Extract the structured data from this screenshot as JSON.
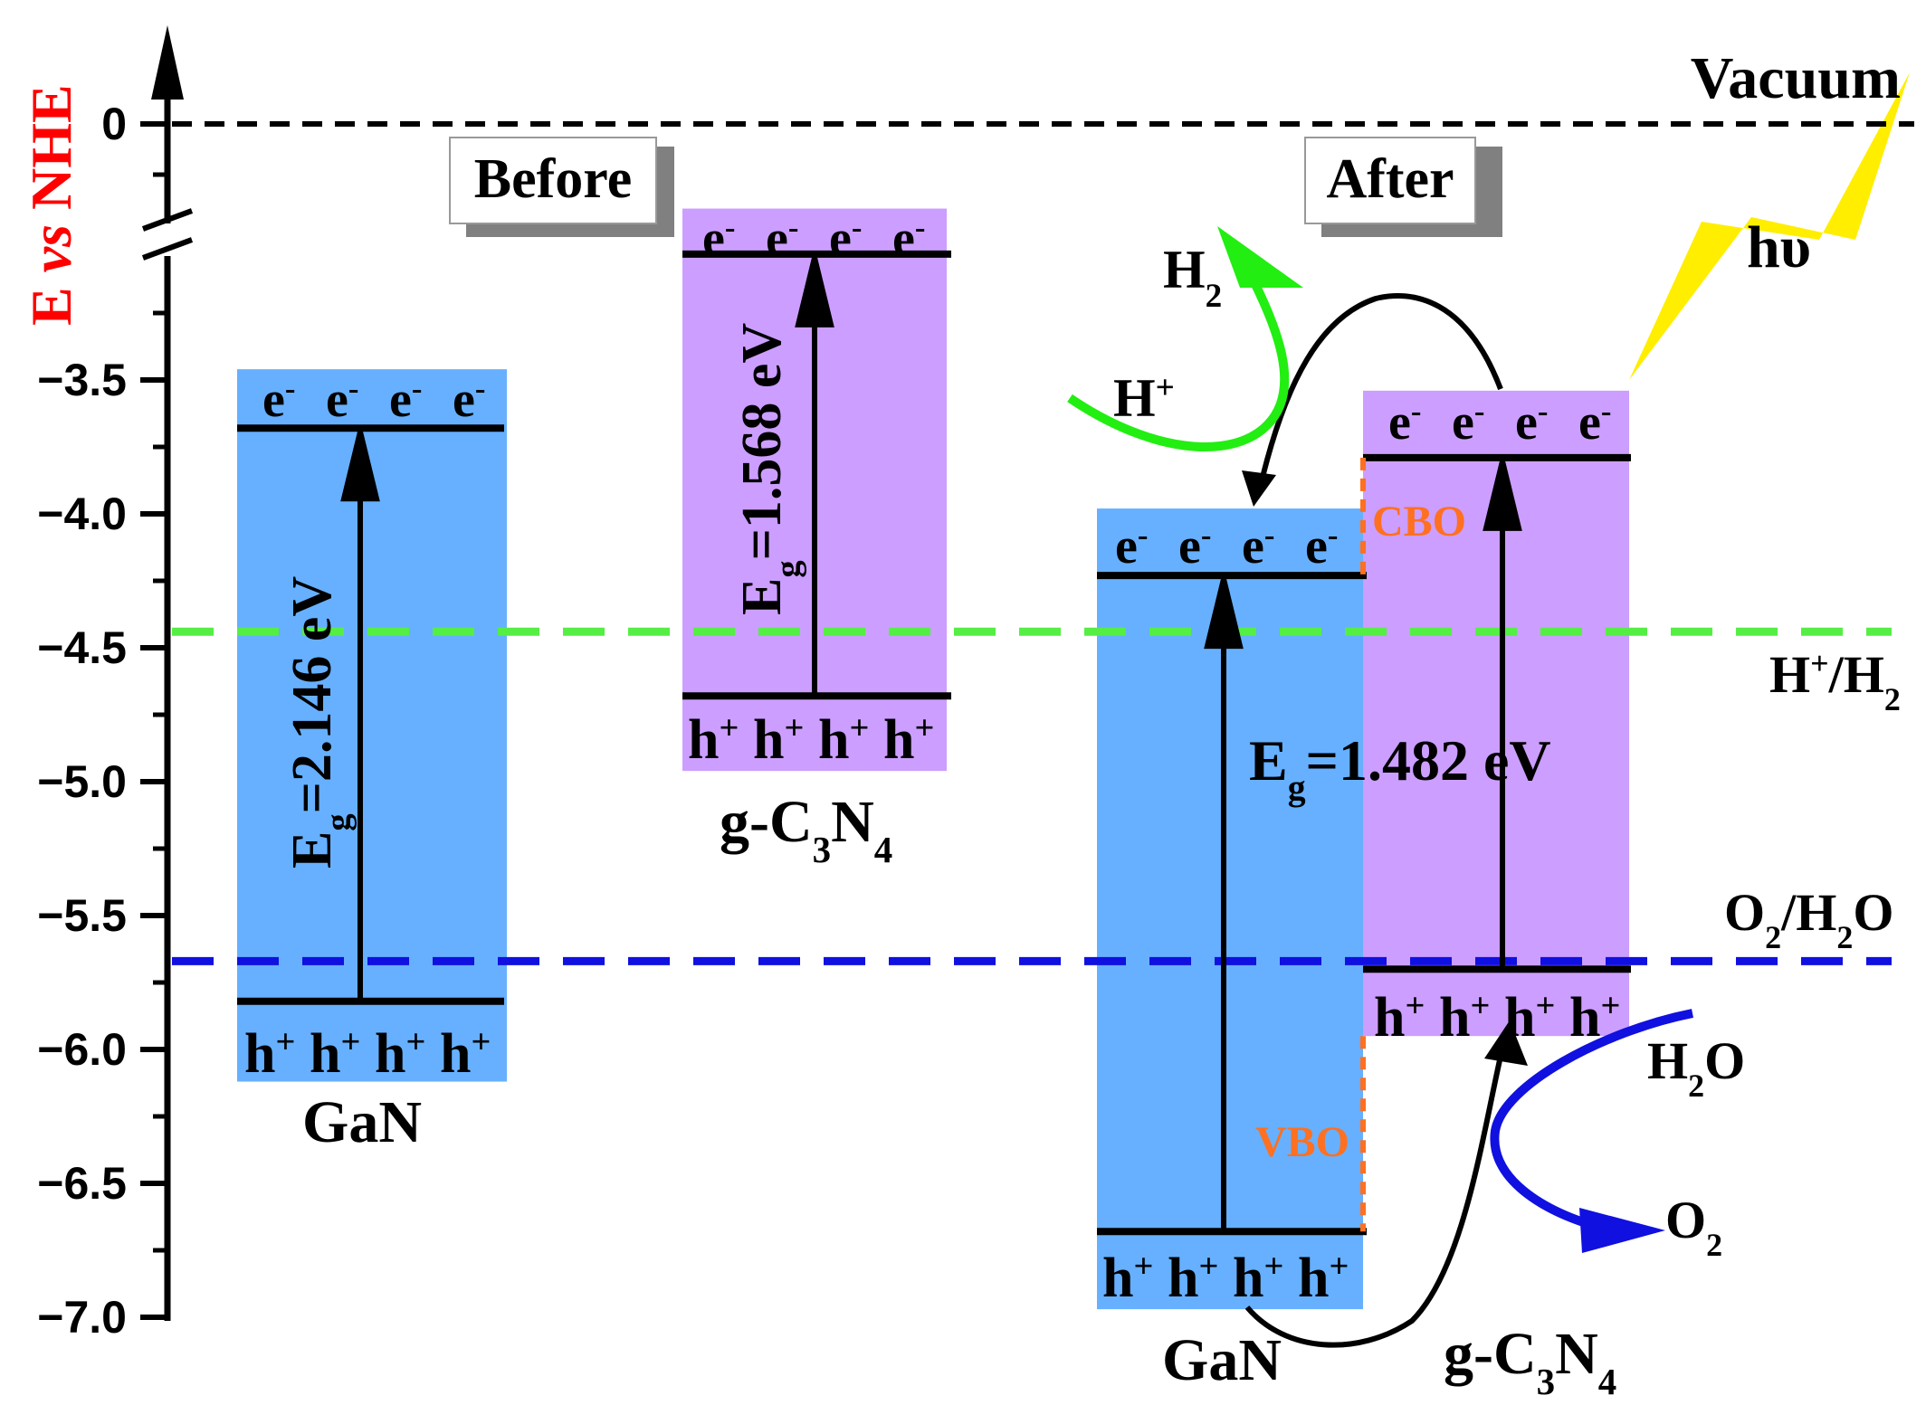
{
  "axis": {
    "label_parts": [
      "E ",
      "vs",
      " NHE"
    ],
    "label_color": "#ff0000",
    "ticks": [
      {
        "value": 0,
        "label": "0"
      },
      {
        "value": -3.5,
        "label": "−3.5"
      },
      {
        "value": -4.0,
        "label": "−4.0"
      },
      {
        "value": -4.5,
        "label": "−4.5"
      },
      {
        "value": -5.0,
        "label": "−5.0"
      },
      {
        "value": -5.5,
        "label": "−5.5"
      },
      {
        "value": -6.0,
        "label": "−6.0"
      },
      {
        "value": -6.5,
        "label": "−6.5"
      },
      {
        "value": -7.0,
        "label": "−7.0"
      }
    ],
    "has_break": true
  },
  "reference_levels": [
    {
      "name": "Vacuum",
      "label": "Vacuum",
      "value": 0,
      "color": "#000000"
    },
    {
      "name": "H+/H2",
      "label_parts": [
        "H",
        "+",
        "/H",
        "2"
      ],
      "value": -4.44,
      "color": "#55ee44"
    },
    {
      "name": "O2/H2O",
      "label_parts": [
        "O",
        "2",
        "/H",
        "2",
        "O"
      ],
      "value": -5.67,
      "color": "#1010e0"
    }
  ],
  "panels": {
    "before": "Before",
    "after": "After"
  },
  "before": {
    "gan": {
      "name": "GaN",
      "cb": -3.68,
      "vb": -5.82,
      "eg_label": [
        "E",
        "g",
        "=2.146 eV"
      ],
      "color": "#66b0ff"
    },
    "gcn": {
      "name_parts": [
        "g-C",
        "3",
        "N",
        "4"
      ],
      "cb": -3.03,
      "vb": -4.68,
      "eg_label": [
        "E",
        "g",
        "=1.568 eV"
      ],
      "color": "#cc9eff"
    }
  },
  "after": {
    "gan": {
      "name": "GaN",
      "cb": -4.23,
      "vb": -6.68,
      "color": "#66b0ff"
    },
    "gcn": {
      "name_parts": [
        "g-C",
        "3",
        "N",
        "4"
      ],
      "cb": -3.79,
      "vb": -5.7,
      "color": "#cc9eff"
    },
    "eg_label": [
      "E",
      "g",
      "=1.482 eV"
    ],
    "cbo_label": "CBO",
    "vbo_label": "VBO",
    "offset_color": "#ff7020"
  },
  "carriers": {
    "electrons": [
      "e",
      "-",
      "e",
      "-",
      "e",
      "-",
      "e",
      "-"
    ],
    "holes": [
      "h",
      "+",
      "h",
      "+",
      "h",
      "+",
      "h",
      "+"
    ]
  },
  "reactions": {
    "h_plus": [
      "H",
      "+"
    ],
    "h2": [
      "H",
      "2"
    ],
    "h2o": [
      "H",
      "2",
      "O"
    ],
    "o2": [
      "O",
      "2"
    ],
    "light": "hυ",
    "light_color": "#ffee00"
  }
}
